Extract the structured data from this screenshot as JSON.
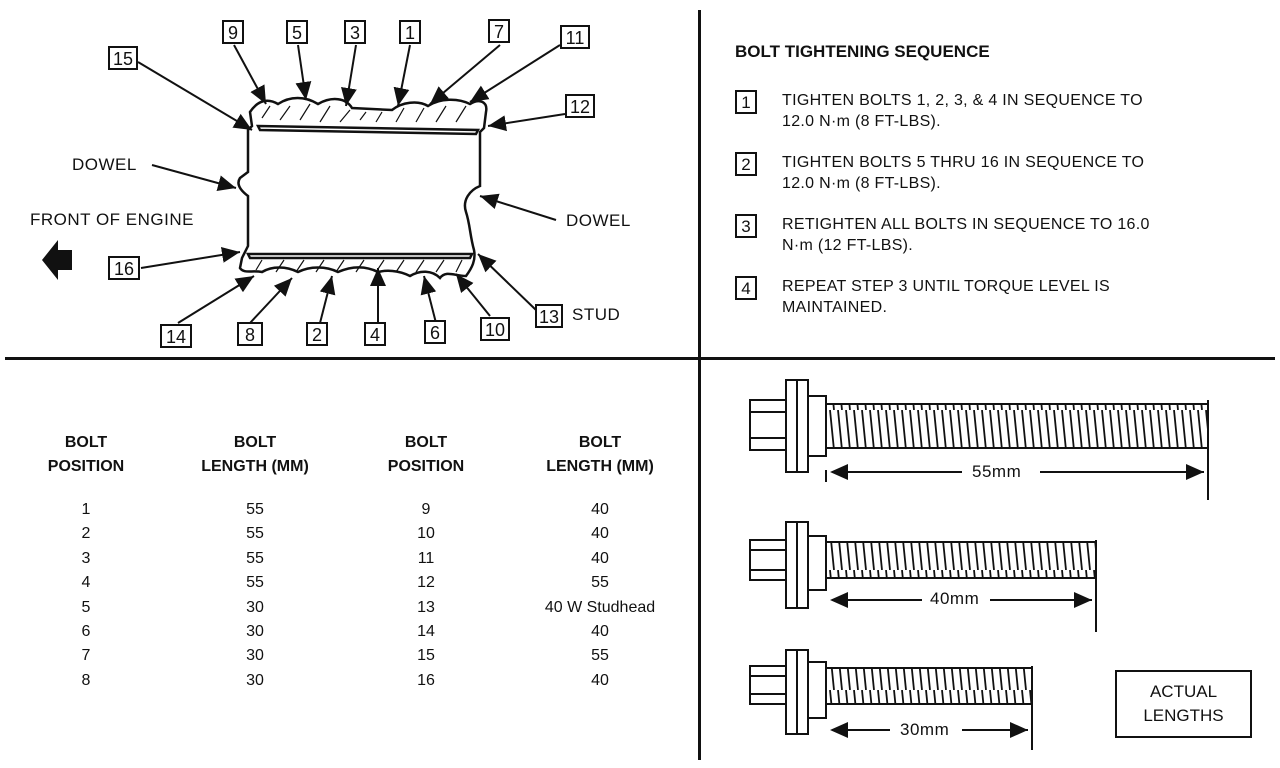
{
  "callouts": [
    {
      "id": "callout-9",
      "text": "9"
    },
    {
      "id": "callout-5",
      "text": "5"
    },
    {
      "id": "callout-3",
      "text": "3"
    },
    {
      "id": "callout-1",
      "text": "1"
    },
    {
      "id": "callout-7",
      "text": "7"
    },
    {
      "id": "callout-11",
      "text": "11"
    },
    {
      "id": "callout-15",
      "text": "15"
    },
    {
      "id": "callout-12",
      "text": "12"
    },
    {
      "id": "callout-16",
      "text": "16"
    },
    {
      "id": "callout-14",
      "text": "14"
    },
    {
      "id": "callout-8",
      "text": "8"
    },
    {
      "id": "callout-2",
      "text": "2"
    },
    {
      "id": "callout-4",
      "text": "4"
    },
    {
      "id": "callout-6",
      "text": "6"
    },
    {
      "id": "callout-10",
      "text": "10"
    },
    {
      "id": "callout-13",
      "text": "13"
    }
  ],
  "labels": {
    "dowel_left": "DOWEL",
    "dowel_right": "DOWEL",
    "front_of_engine": "FRONT OF ENGINE",
    "stud": "STUD"
  },
  "sequence": {
    "title": "BOLT TIGHTENING SEQUENCE",
    "steps": [
      {
        "num": "1",
        "line1": "TIGHTEN BOLTS 1, 2, 3, & 4 IN SEQUENCE TO",
        "line2": "12.0 N·m (8 FT-LBS)."
      },
      {
        "num": "2",
        "line1": "TIGHTEN BOLTS 5 THRU 16 IN SEQUENCE TO",
        "line2": "12.0 N·m (8 FT-LBS)."
      },
      {
        "num": "3",
        "line1": "RETIGHTEN ALL BOLTS IN SEQUENCE TO 16.0",
        "line2": "N·m (12 FT-LBS)."
      },
      {
        "num": "4",
        "line1": "REPEAT STEP 3 UNTIL TORQUE LEVEL IS",
        "line2": "MAINTAINED."
      }
    ]
  },
  "table": {
    "headers": [
      {
        "line1": "BOLT",
        "line2": "POSITION"
      },
      {
        "line1": "BOLT",
        "line2": "LENGTH (MM)"
      },
      {
        "line1": "BOLT",
        "line2": "POSITION"
      },
      {
        "line1": "BOLT",
        "line2": "LENGTH (MM)"
      }
    ],
    "rows": [
      [
        "1",
        "55",
        "9",
        "40"
      ],
      [
        "2",
        "55",
        "10",
        "40"
      ],
      [
        "3",
        "55",
        "11",
        "40"
      ],
      [
        "4",
        "55",
        "12",
        "55"
      ],
      [
        "5",
        "30",
        "13",
        "40 W Studhead"
      ],
      [
        "6",
        "30",
        "14",
        "40"
      ],
      [
        "7",
        "30",
        "15",
        "55"
      ],
      [
        "8",
        "30",
        "16",
        "40"
      ]
    ]
  },
  "bolts": {
    "long": "55mm",
    "medium": "40mm",
    "short": "30mm"
  },
  "actual_lengths": {
    "line1": "ACTUAL",
    "line2": "LENGTHS"
  }
}
